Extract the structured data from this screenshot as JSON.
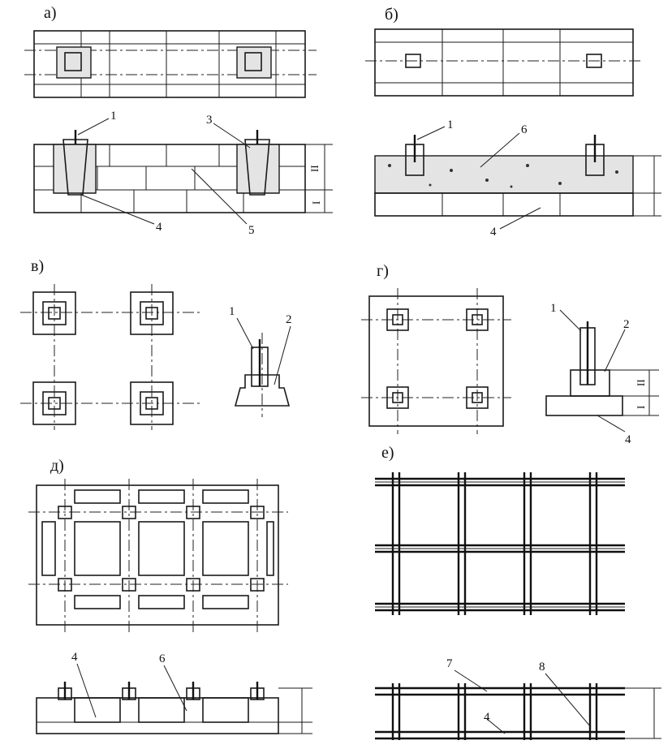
{
  "panels": {
    "a": "а)",
    "b": "б)",
    "v": "в)",
    "g": "г)",
    "d": "д)",
    "e": "е)"
  },
  "callouts": {
    "a_1": "1",
    "a_3": "3",
    "a_4": "4",
    "a_5": "5",
    "b_1": "1",
    "b_6": "6",
    "b_4": "4",
    "v_1": "1",
    "v_2": "2",
    "g_1": "1",
    "g_2": "2",
    "g_4": "4",
    "d_4": "4",
    "d_6": "6",
    "e_7": "7",
    "e_8": "8",
    "e_4": "4"
  },
  "levels": {
    "one": "I",
    "two": "II"
  }
}
